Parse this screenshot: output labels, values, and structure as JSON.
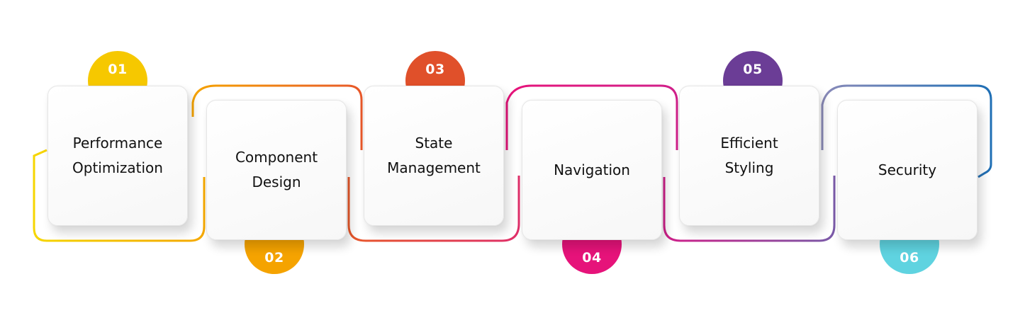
{
  "steps": [
    {
      "number": "01",
      "label": "Performance\nOptimization",
      "color": "#f6c800"
    },
    {
      "number": "02",
      "label": "Component\nDesign",
      "color": "#f5a300"
    },
    {
      "number": "03",
      "label": "State\nManagement",
      "color": "#e0502a"
    },
    {
      "number": "04",
      "label": "Navigation",
      "color": "#e6137a"
    },
    {
      "number": "05",
      "label": "Efficient\nStyling",
      "color": "#6b3d96"
    },
    {
      "number": "06",
      "label": "Security",
      "color": "#5fd3e0"
    }
  ],
  "connector_colors": {
    "c1": [
      "#f6d600",
      "#f5a800"
    ],
    "c2": [
      "#f5a300",
      "#e8582a"
    ],
    "c3": [
      "#e8582a",
      "#e0306a"
    ],
    "c4": [
      "#e6137a",
      "#d0208a"
    ],
    "c5": [
      "#d0208a",
      "#7a5aa8"
    ],
    "c6": [
      "#8a8ab8",
      "#1f6fb5"
    ]
  }
}
